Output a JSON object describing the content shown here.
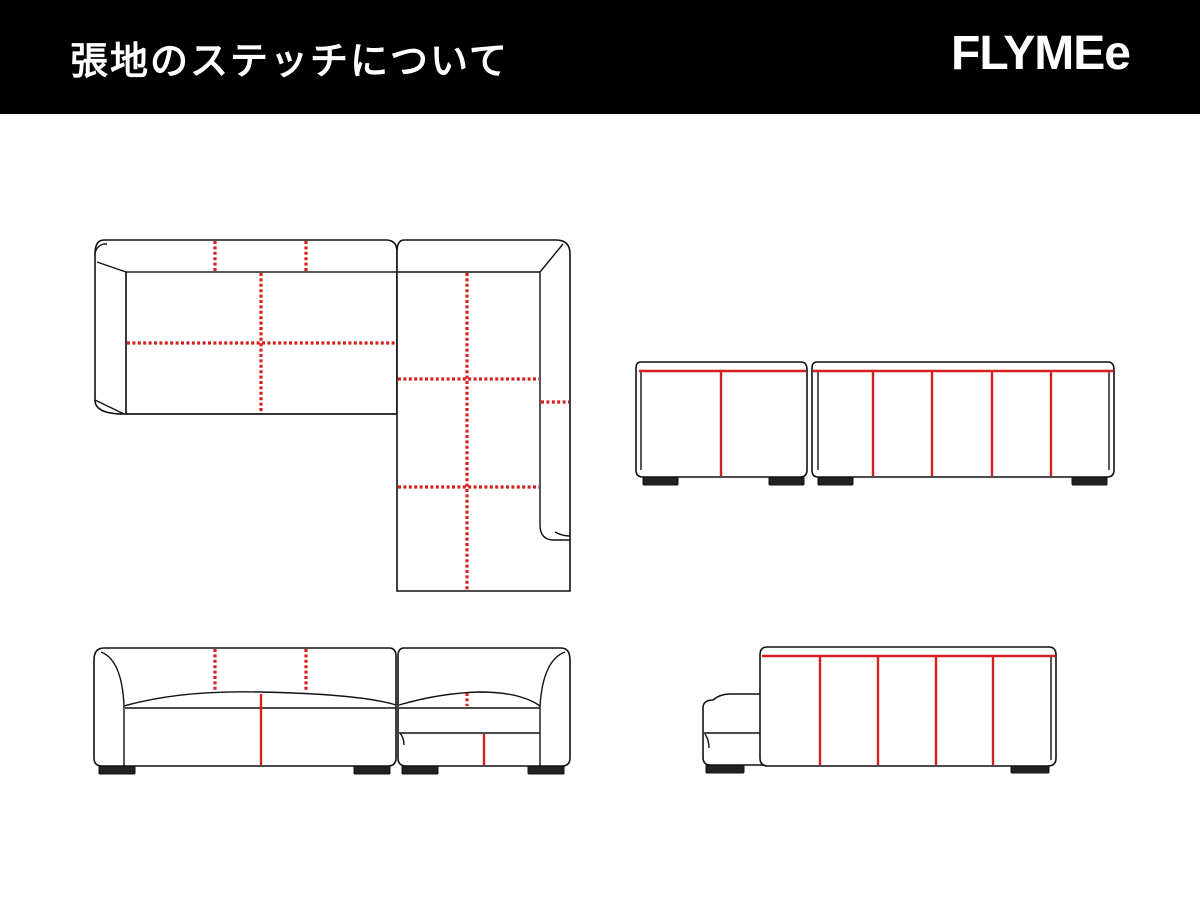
{
  "header": {
    "title": "張地のステッチについて",
    "brand": "FLYMEe"
  },
  "colors": {
    "header_bg": "#000000",
    "header_text": "#ffffff",
    "outline": "#111111",
    "stitch": "#d42020"
  },
  "views": [
    "top-view",
    "front-view",
    "right-side-view",
    "left-side-view"
  ]
}
